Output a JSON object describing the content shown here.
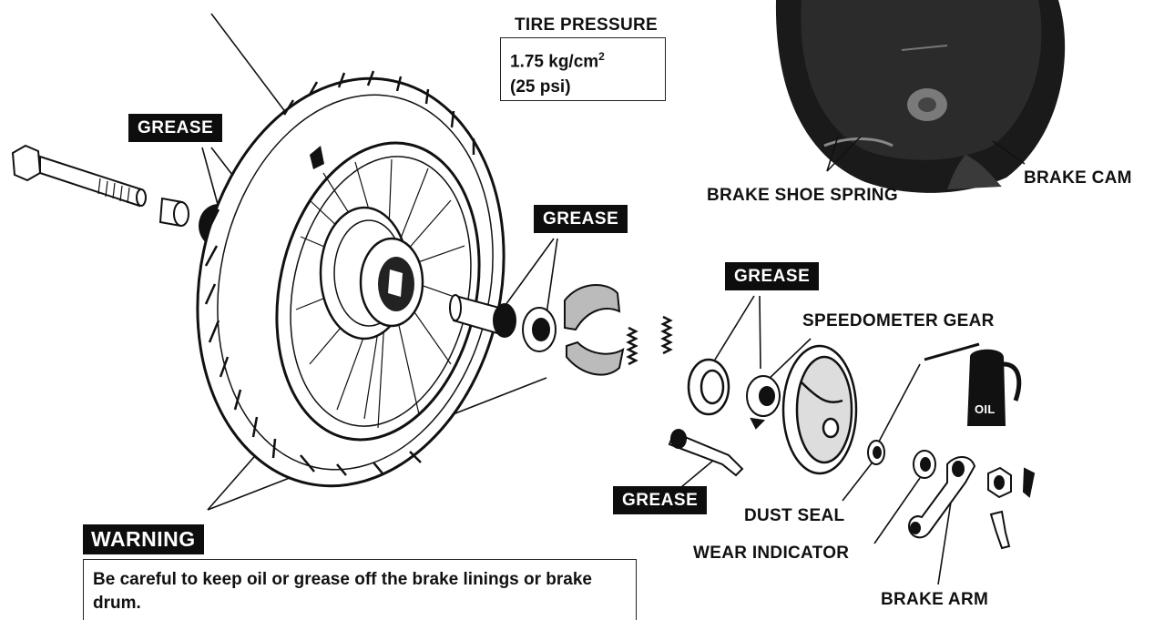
{
  "tire_pressure": {
    "title": "TIRE PRESSURE",
    "value_main": "1.75 kg/cm",
    "value_exp": "2",
    "value_psi": "(25 psi)"
  },
  "labels": {
    "grease_1": "GREASE",
    "grease_2": "GREASE",
    "grease_3": "GREASE",
    "grease_4": "GREASE",
    "speedometer_gear": "SPEEDOMETER GEAR",
    "brake_shoe_spring": "BRAKE SHOE SPRING",
    "brake_cam": "BRAKE CAM",
    "dust_seal": "DUST SEAL",
    "wear_indicator": "WEAR INDICATOR",
    "brake_arm": "BRAKE ARM",
    "oil_can": "OIL"
  },
  "warning": {
    "title": "WARNING",
    "text": "Be careful to keep oil or grease off the brake linings or brake drum."
  },
  "colors": {
    "ink": "#111111",
    "tag_bg": "#0d0d0d",
    "tag_text": "#ffffff"
  }
}
